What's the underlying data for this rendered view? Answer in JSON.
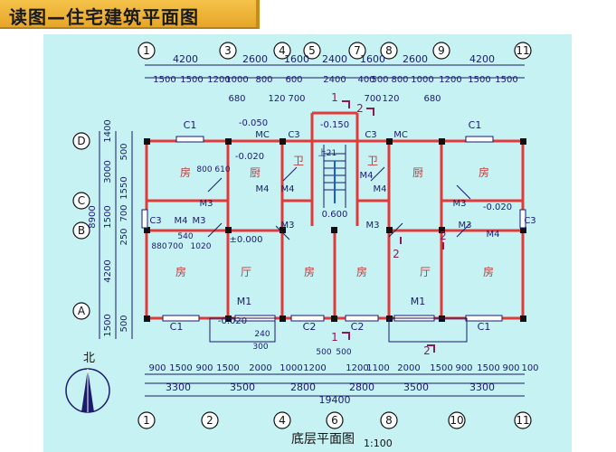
{
  "title": "读图—住宅建筑平面图",
  "caption": "底层平面图",
  "scale": "1:100",
  "north_label": "北",
  "axis_top": [
    "1",
    "3",
    "4",
    "5",
    "7",
    "8",
    "9",
    "11"
  ],
  "axis_bottom": [
    "1",
    "2",
    "4",
    "6",
    "8",
    "10",
    "11"
  ],
  "axis_left": [
    "D",
    "C",
    "B",
    "A"
  ],
  "dims_top_row1": [
    "4200",
    "2600",
    "1600",
    "2400",
    "1600",
    "2600",
    "4200"
  ],
  "dims_top_row2": [
    "1500",
    "1500",
    "1200",
    "1000",
    "800",
    "600",
    "2400",
    "400",
    "500",
    "800",
    "1000",
    "1200",
    "1500",
    "1500"
  ],
  "dims_top_row3": [
    "680",
    "120",
    "700",
    "700",
    "120",
    "680"
  ],
  "dims_bottom_row1": [
    "900",
    "1500",
    "900",
    "1500",
    "2000",
    "1000",
    "1200",
    "1200",
    "1100",
    "2000",
    "1500",
    "900",
    "1500",
    "900",
    "100"
  ],
  "dims_bottom_row2": [
    "3300",
    "3500",
    "2800",
    "2800",
    "3500",
    "3300"
  ],
  "dims_bottom_total": "19400",
  "dims_left": [
    "1400",
    "500",
    "3000",
    "1550",
    "1500",
    "700",
    "250",
    "4200",
    "1500",
    "500",
    "8900"
  ],
  "rooms": {
    "bedroom": "房",
    "living": "厅",
    "kitchen": "厨",
    "toilet": "卫"
  },
  "doors": [
    "M1",
    "M2",
    "M3",
    "M4",
    "MC"
  ],
  "windows": [
    "C1",
    "C2",
    "C3"
  ],
  "elevations": [
    "-0.050",
    "-0.150",
    "-0.020",
    "±0.000",
    "0.600",
    "-0.020",
    "-0.020"
  ],
  "stair_label": "上21",
  "section_marks": [
    "1",
    "2"
  ],
  "small_dims": [
    "800",
    "610",
    "880",
    "700",
    "1020",
    "540",
    "500",
    "500",
    "240",
    "300"
  ]
}
